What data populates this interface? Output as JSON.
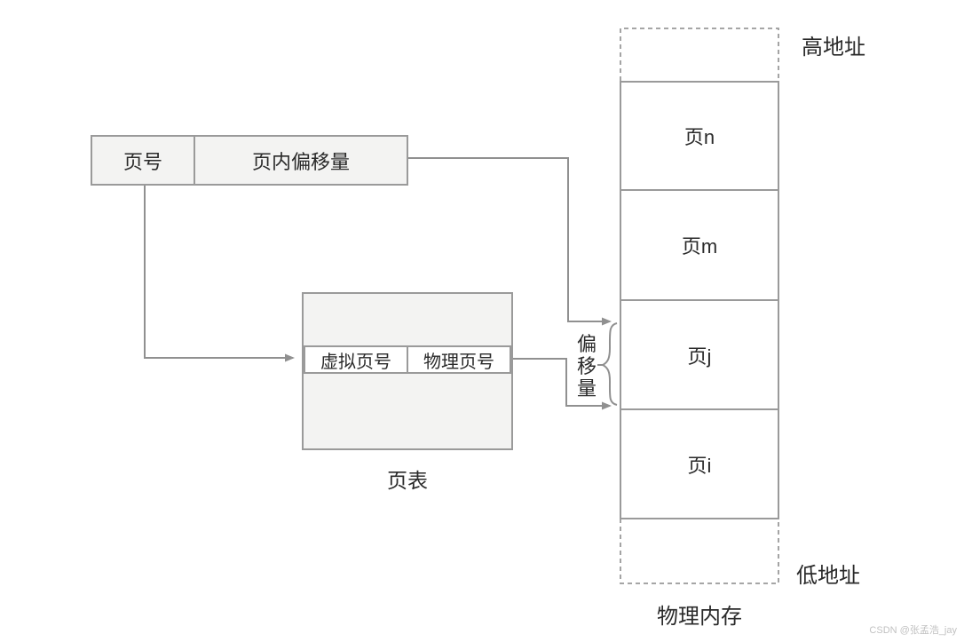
{
  "virtual_address_box": {
    "page_number": "页号",
    "page_offset": "页内偏移量"
  },
  "page_table": {
    "caption": "页表",
    "columns": [
      "虚拟页号",
      "物理页号"
    ]
  },
  "physical_memory": {
    "caption": "物理内存",
    "high_address_label": "高地址",
    "low_address_label": "低地址",
    "pages": [
      "页n",
      "页m",
      "页j",
      "页i"
    ]
  },
  "offset_label": "偏移量",
  "watermark": "CSDN @张孟浩_jay",
  "colors": {
    "box_border": "#9a9a9a",
    "box_fill": "#f3f3f2",
    "line": "#909090",
    "text": "#2a2a2a",
    "watermark": "#c2c2c2"
  }
}
